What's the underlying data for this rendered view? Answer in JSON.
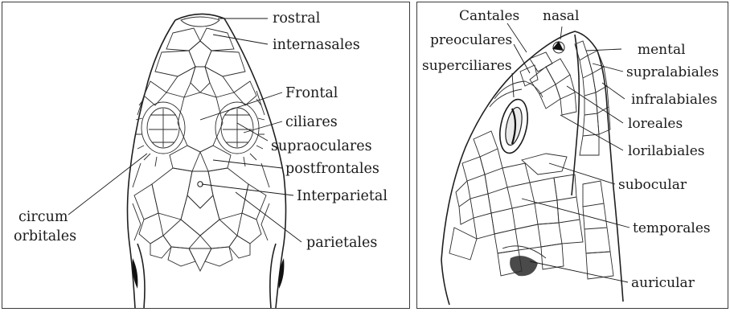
{
  "left_labels": {
    "rostral": "rostral",
    "internasales": "internasales",
    "frontal": "Frontal",
    "ciliares": "ciliares",
    "supraoculares": "supraoculares",
    "postfrontales": "postfrontales",
    "interparietal": "Interparietal",
    "circum": "circum",
    "orbitales": "orbitales",
    "parietales": "parietales"
  },
  "right_labels": {
    "cantales": "Cantales",
    "nasal": "nasal",
    "preoculares": "preoculares",
    "superciliares": "superciliares",
    "mental": "mental",
    "supralabiales": "supralabiales",
    "infralabiales": "infralabiales",
    "loreales": "loreales",
    "lorilabiales": "lorilabiales",
    "subocular": "subocular",
    "temporales": "temporales",
    "auricular": "auricular"
  }
}
